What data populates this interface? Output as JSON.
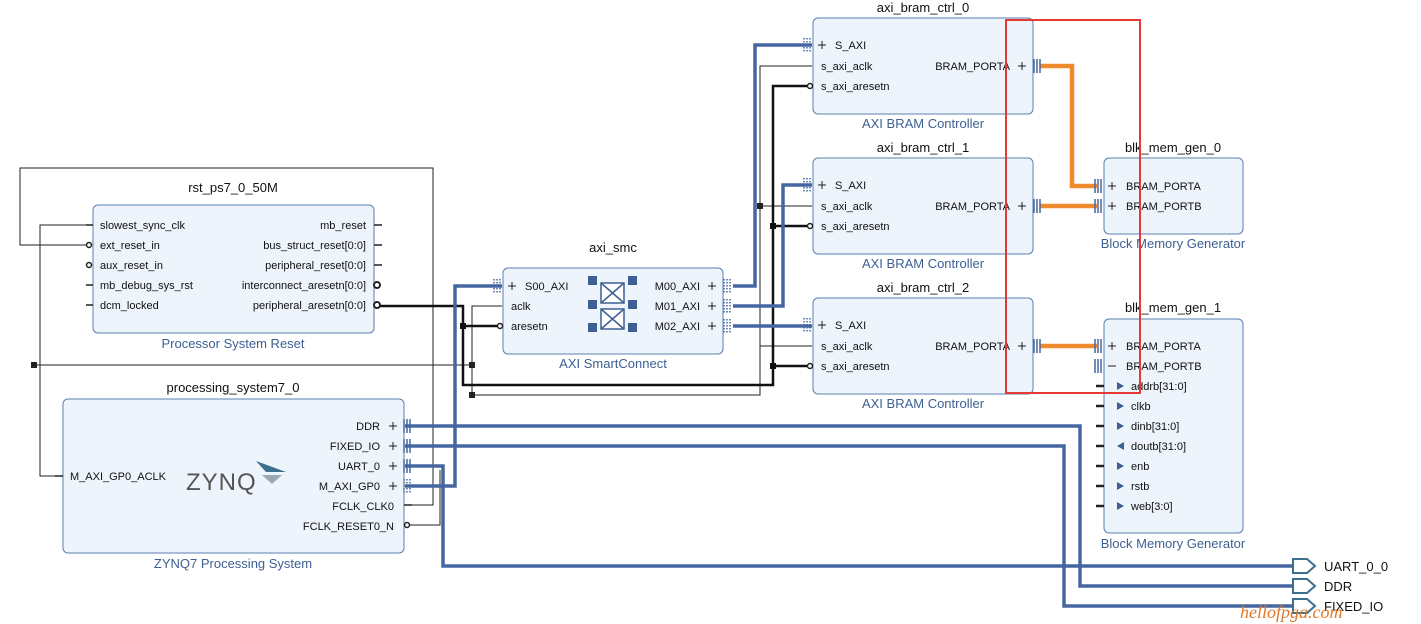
{
  "blocks": {
    "rst": {
      "instance": "rst_ps7_0_50M",
      "type": "Processor System Reset",
      "left_ports": [
        "slowest_sync_clk",
        "ext_reset_in",
        "aux_reset_in",
        "mb_debug_sys_rst",
        "dcm_locked"
      ],
      "right_ports": [
        "mb_reset",
        "bus_struct_reset[0:0]",
        "peripheral_reset[0:0]",
        "interconnect_aresetn[0:0]",
        "peripheral_aresetn[0:0]"
      ]
    },
    "ps": {
      "instance": "processing_system7_0",
      "type": "ZYNQ7 Processing System",
      "logo": "ZYNQ",
      "left_ports": [
        "M_AXI_GP0_ACLK"
      ],
      "right_ports": [
        "DDR",
        "FIXED_IO",
        "UART_0",
        "M_AXI_GP0",
        "FCLK_CLK0",
        "FCLK_RESET0_N"
      ]
    },
    "smc": {
      "instance": "axi_smc",
      "type": "AXI SmartConnect",
      "left_ports": [
        "S00_AXI",
        "aclk",
        "aresetn"
      ],
      "right_ports": [
        "M00_AXI",
        "M01_AXI",
        "M02_AXI"
      ]
    },
    "bram_ctrl_0": {
      "instance": "axi_bram_ctrl_0",
      "type": "AXI BRAM Controller",
      "left_ports": [
        "S_AXI",
        "s_axi_aclk",
        "s_axi_aresetn"
      ],
      "right_ports": [
        "BRAM_PORTA"
      ]
    },
    "bram_ctrl_1": {
      "instance": "axi_bram_ctrl_1",
      "type": "AXI BRAM Controller",
      "left_ports": [
        "S_AXI",
        "s_axi_aclk",
        "s_axi_aresetn"
      ],
      "right_ports": [
        "BRAM_PORTA"
      ]
    },
    "bram_ctrl_2": {
      "instance": "axi_bram_ctrl_2",
      "type": "AXI BRAM Controller",
      "left_ports": [
        "S_AXI",
        "s_axi_aclk",
        "s_axi_aresetn"
      ],
      "right_ports": [
        "BRAM_PORTA"
      ]
    },
    "blk0": {
      "instance": "blk_mem_gen_0",
      "type": "Block Memory Generator",
      "left_ports": [
        "BRAM_PORTA",
        "BRAM_PORTB"
      ]
    },
    "blk1": {
      "instance": "blk_mem_gen_1",
      "type": "Block Memory Generator",
      "left_ports": [
        "BRAM_PORTA",
        "BRAM_PORTB",
        "addrb[31:0]",
        "clkb",
        "dinb[31:0]",
        "doutb[31:0]",
        "enb",
        "rstb",
        "web[3:0]"
      ]
    }
  },
  "external_ports": [
    "UART_0_0",
    "DDR",
    "FIXED_IO"
  ],
  "watermark": "hellofpga.com",
  "colors": {
    "bus": "#4566a0",
    "bram_bus": "#f08a2c",
    "highlight": "#e53935",
    "block_fill": "#eef4fb",
    "block_border": "#5b7fb0"
  }
}
